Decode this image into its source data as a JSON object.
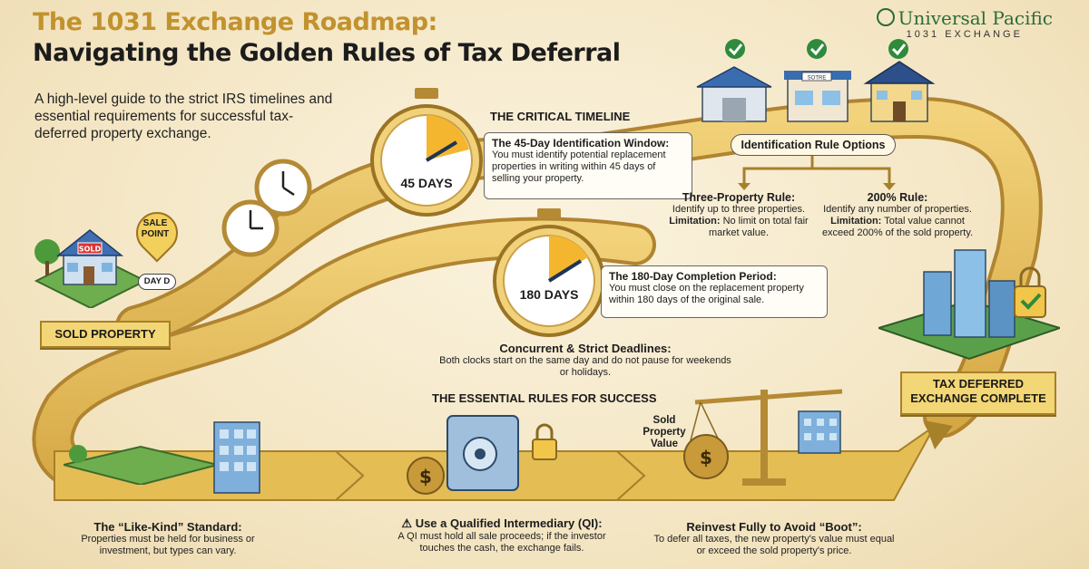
{
  "header": {
    "title_line1": "The 1031 Exchange Roadmap:",
    "title_line2": "Navigating the Golden Rules of Tax Deferral",
    "subtitle": "A high-level guide to the strict IRS timelines and essential requirements for successful tax-deferred property exchange."
  },
  "brand": {
    "name": "Universal Pacific",
    "tagline": "1031 EXCHANGE"
  },
  "start": {
    "sign_text": "SOLD",
    "pin_label": "SALE POINT",
    "day_label": "DAY D",
    "banner": "SOLD PROPERTY"
  },
  "timeline": {
    "heading": "THE CRITICAL TIMELINE",
    "window45": {
      "clock_label": "45 DAYS",
      "title": "The 45-Day Identification Window:",
      "body": "You must identify potential replacement properties in writing within 45 days of selling your property."
    },
    "period180": {
      "clock_label": "180 DAYS",
      "title": "The 180-Day Completion Period:",
      "body": "You must close on the replacement property within 180 days of the original sale."
    },
    "concurrent": {
      "title": "Concurrent & Strict Deadlines:",
      "body": "Both clocks start on the same day and do not pause for weekends or holidays."
    }
  },
  "identification": {
    "heading": "Identification Rule Options",
    "store_sign": "SOTRE",
    "three_property": {
      "title": "Three-Property Rule:",
      "line1": "Identify up to three properties.",
      "limitation_label": "Limitation:",
      "limitation": "No limit on total fair market value."
    },
    "two_hundred": {
      "title": "200% Rule:",
      "line1": "Identify any number of properties.",
      "limitation_label": "Limitation:",
      "limitation": "Total value cannot exceed 200% of the sold property."
    }
  },
  "finish": {
    "banner": "TAX DEFERRED EXCHANGE COMPLETE"
  },
  "rules": {
    "heading": "THE ESSENTIAL RULES FOR SUCCESS",
    "like_kind": {
      "title": "The “Like-Kind” Standard:",
      "body": "Properties must be held for business or investment, but types can vary."
    },
    "qi": {
      "warning_icon": "⚠",
      "title": "Use a Qualified Intermediary (QI):",
      "body": "A QI must hold all sale proceeds; if the investor touches the cash, the exchange fails."
    },
    "boot": {
      "scale_label": "Sold Property Value",
      "title": "Reinvest Fully to Avoid “Boot”:",
      "body": "To defer all taxes, the new property's value must equal or exceed the sold property's price."
    }
  },
  "colors": {
    "gold": "#e4bd55",
    "gold_dark": "#a7802a",
    "green": "#2f8a3c",
    "ink": "#1c1c1c"
  }
}
